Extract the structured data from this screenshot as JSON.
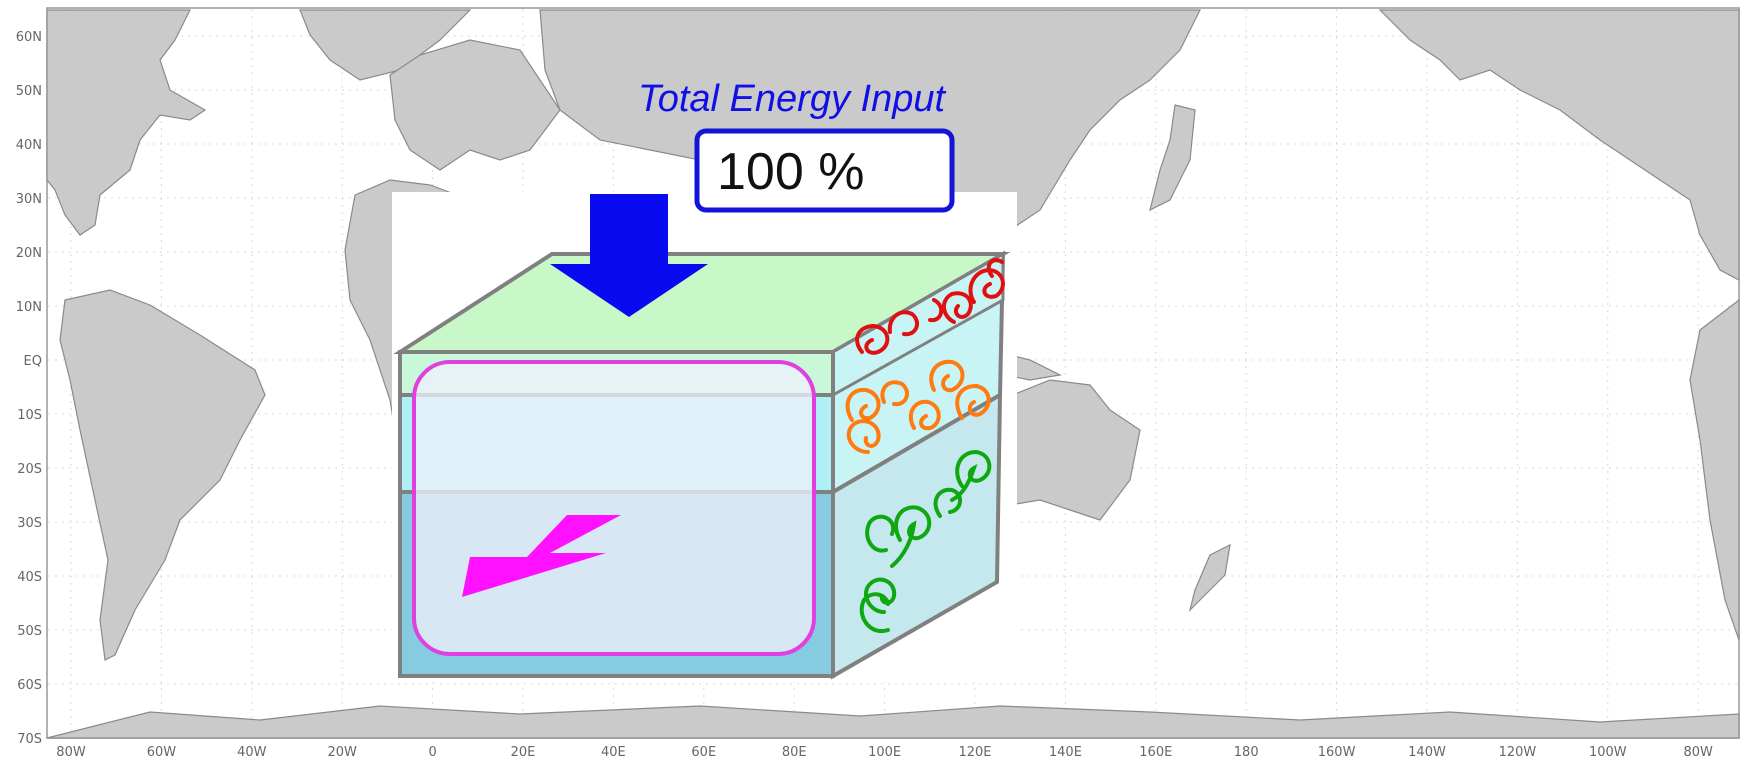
{
  "title": "Total Energy Input",
  "energy_box": {
    "value": "100 %"
  },
  "lat_labels": [
    "60N",
    "50N",
    "40N",
    "30N",
    "20N",
    "10N",
    "EQ",
    "10S",
    "20S",
    "30S",
    "40S",
    "50S",
    "60S",
    "70S"
  ],
  "lon_labels": [
    "80W",
    "60W",
    "40W",
    "20W",
    "0",
    "20E",
    "40E",
    "60E",
    "80E",
    "100E",
    "120E",
    "140E",
    "160E",
    "180",
    "160W",
    "140W",
    "120W",
    "100W",
    "80W"
  ],
  "colors": {
    "title": "#1010e6",
    "box_border": "#1414d8",
    "arrow": "#0a0af0",
    "box_top": "#c8f8c8",
    "box_mid": "#c8f4f6",
    "box_deep": "#86cce0",
    "box_edge": "#808080",
    "inner_rect": "#e040e0",
    "bolt": "#ff10ff",
    "eddy_top": "#e01010",
    "eddy_mid": "#ff7a10",
    "eddy_deep": "#10a810",
    "land": "#cacaca",
    "ocean": "#ffffff"
  },
  "icons": [
    "energy-arrow-down-icon",
    "lightning-bolt-icon",
    "eddy-swirl-icon"
  ]
}
